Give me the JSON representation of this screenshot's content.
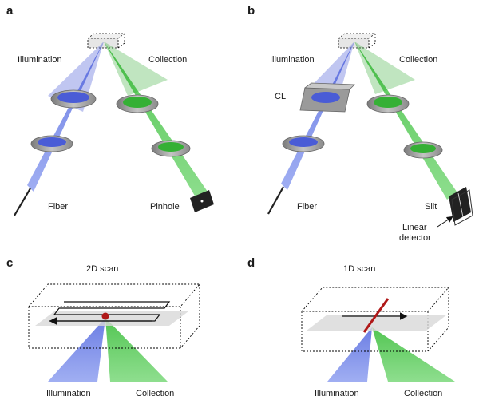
{
  "panels": {
    "a": {
      "letter": "a",
      "illumination": "Illumination",
      "collection": "Collection",
      "fiber": "Fiber",
      "pinhole": "Pinhole"
    },
    "b": {
      "letter": "b",
      "illumination": "Illumination",
      "collection": "Collection",
      "cl": "CL",
      "fiber": "Fiber",
      "slit": "Slit",
      "detector_line1": "Linear",
      "detector_line2": "detector"
    },
    "c": {
      "letter": "c",
      "scan": "2D scan",
      "illumination": "Illumination",
      "collection": "Collection"
    },
    "d": {
      "letter": "d",
      "scan": "1D scan",
      "illumination": "Illumination",
      "collection": "Collection"
    }
  },
  "colors": {
    "illumination": "#5b6fe0",
    "collection": "#3fbf3f",
    "lens": "#9c9c9c",
    "focus": "#b01818"
  }
}
